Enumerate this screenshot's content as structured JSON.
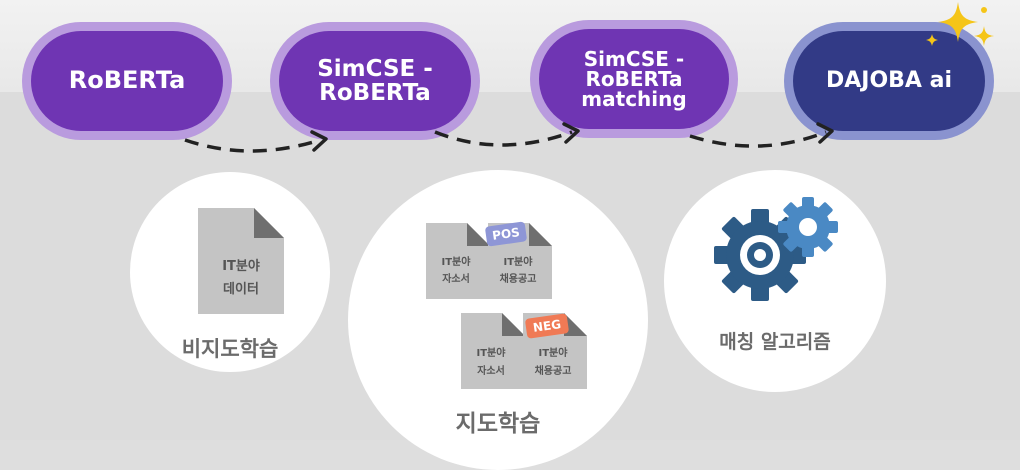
{
  "stages": [
    {
      "label": "RoBERTa"
    },
    {
      "label_line1": "SimCSE -",
      "label_line2": "RoBERTa"
    },
    {
      "label_line1": "SimCSE -",
      "label_line2": "RoBERTa",
      "label_line3": "matching"
    },
    {
      "label": "DAJOBA ai"
    }
  ],
  "unsupervised": {
    "doc_line1": "IT분야",
    "doc_line2": "데이터",
    "caption": "비지도학습"
  },
  "supervised": {
    "pos_tag": "POS",
    "neg_tag": "NEG",
    "resume_line1": "IT분야",
    "resume_line2": "자소서",
    "posting_line1": "IT분야",
    "posting_line2": "채용공고",
    "caption": "지도학습"
  },
  "matching": {
    "icon": "gears-icon",
    "caption": "매칭 알고리즘"
  },
  "colors": {
    "purple_inner": "#6f35b3",
    "purple_ring": "#b99bde",
    "navy_inner": "#323a86",
    "navy_ring": "#8a93cf",
    "doc_gray": "#c4c4c4",
    "pos_tag": "#8e96d6",
    "neg_tag": "#f07a55",
    "gear_dark": "#2d5b86",
    "gear_light": "#4a89c4",
    "sparkle": "#f5c518"
  }
}
